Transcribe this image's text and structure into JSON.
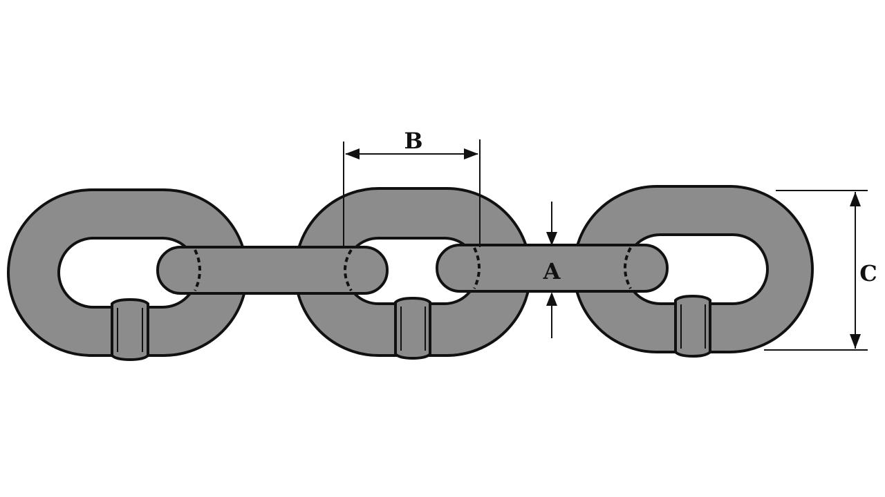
{
  "diagram": {
    "labels": {
      "a": "A",
      "b": "B",
      "c": "C"
    },
    "colors": {
      "link_fill": "#8c8c8c",
      "outline": "#111111",
      "background": "#ffffff"
    }
  }
}
